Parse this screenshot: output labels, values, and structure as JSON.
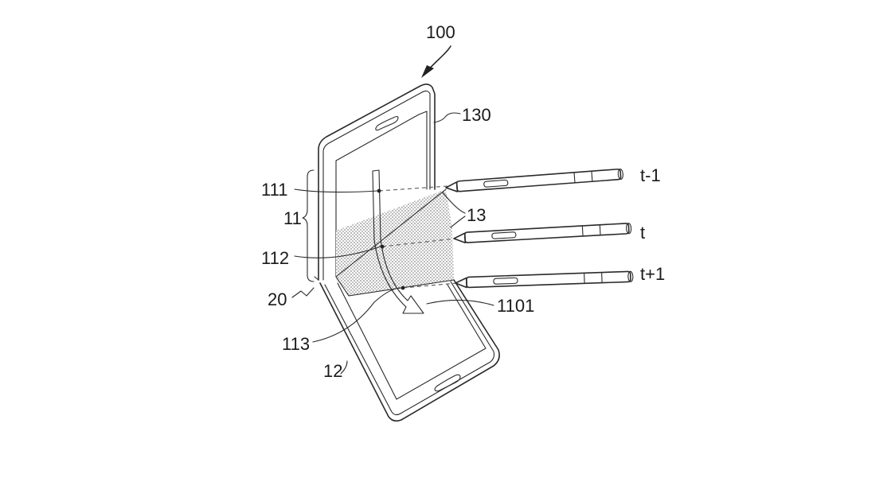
{
  "figure": {
    "labels": {
      "device": "100",
      "pen": "130",
      "p111": "111",
      "region11": "11",
      "region13": "13",
      "p112": "112",
      "hinge20": "20",
      "p113": "113",
      "region12": "12",
      "trace1101": "1101",
      "t_minus": "t-1",
      "t_now": "t",
      "t_plus": "t+1"
    }
  }
}
